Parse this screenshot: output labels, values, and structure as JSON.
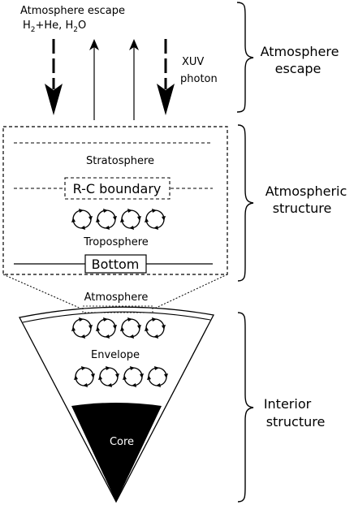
{
  "top": {
    "escape_line1": "Atmosphere escape",
    "escape_line2_base": "H",
    "escape_line2_sub1": "2",
    "escape_line2_mid": "+He, H",
    "escape_line2_sub2": "2",
    "escape_line2_end": "O",
    "xuv_line1": "XUV",
    "xuv_line2": "photon"
  },
  "atmosphere_box": {
    "stratosphere": "Stratosphere",
    "rc_boundary": "R-C boundary",
    "troposphere": "Troposphere",
    "bottom": "Bottom"
  },
  "interior": {
    "atmosphere": "Atmosphere",
    "envelope": "Envelope",
    "core": "Core"
  },
  "brackets": {
    "escape_line1": "Atmosphere",
    "escape_line2": "escape",
    "structure_line1": "Atmospheric",
    "structure_line2": "structure",
    "interior_line1": "Interior",
    "interior_line2": "structure"
  }
}
